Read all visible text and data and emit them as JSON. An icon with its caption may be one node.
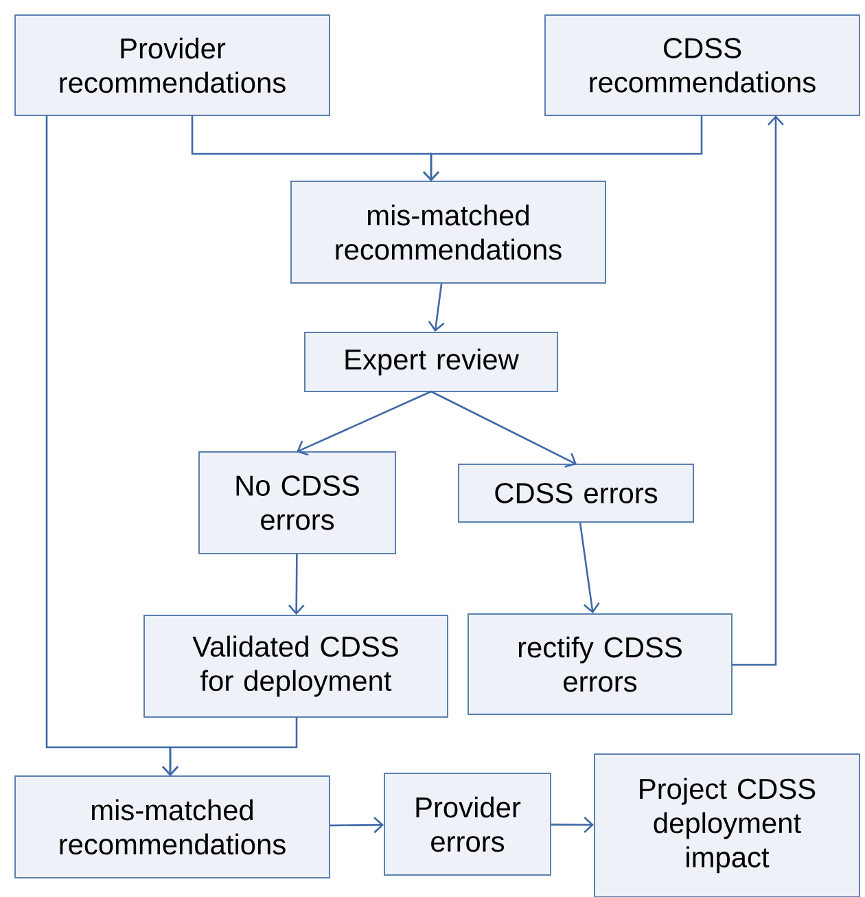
{
  "diagram": {
    "nodes": [
      {
        "text": [
          "Provider recommendations"
        ]
      },
      {
        "text": [
          "CDSS recommendations"
        ]
      },
      {
        "text": [
          "mis-matched recommendations"
        ]
      },
      {
        "text": [
          "Expert review"
        ]
      },
      {
        "text": [
          "No CDSS errors"
        ]
      },
      {
        "text": [
          "CDSS errors"
        ]
      },
      {
        "text": [
          "Validated CDSS for deployment"
        ]
      },
      {
        "text": [
          "rectify CDSS errors"
        ]
      },
      {
        "text": [
          "mis-matched recommendations"
        ]
      },
      {
        "text": [
          "Provider errors"
        ]
      },
      {
        "text": [
          "Project CDSS deployment impact"
        ]
      }
    ],
    "edges": [
      {
        "from": 0,
        "to": 2,
        "arrow": "to"
      },
      {
        "from": 1,
        "to": 2,
        "arrow": "to"
      },
      {
        "from": 2,
        "to": 3,
        "arrow": "to"
      },
      {
        "from": 3,
        "to": 4,
        "arrow": "to"
      },
      {
        "from": 3,
        "to": 5,
        "arrow": "to"
      },
      {
        "from": 4,
        "to": 6,
        "arrow": "to"
      },
      {
        "from": 5,
        "to": 7,
        "arrow": "to"
      },
      {
        "from": 7,
        "to": 1,
        "arrow": "to"
      },
      {
        "from": 0,
        "to": 8,
        "arrow": "to"
      },
      {
        "from": 6,
        "to": 8,
        "arrow": "to"
      },
      {
        "from": 8,
        "to": 9,
        "arrow": "to"
      },
      {
        "from": 9,
        "to": 10,
        "arrow": "to"
      }
    ]
  }
}
